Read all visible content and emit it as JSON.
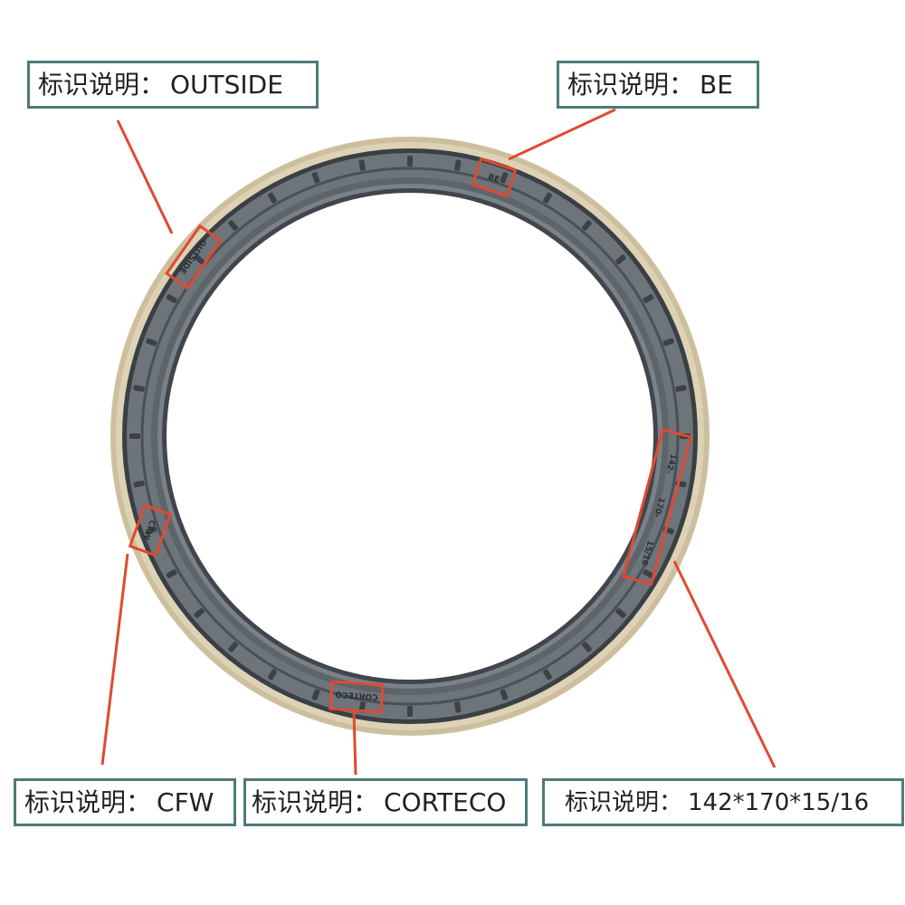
{
  "colors": {
    "frame": "#4e7a78",
    "leader": "#e04a2f",
    "rubber": "#6d747a",
    "metal_rim": "#cfc3a6"
  },
  "callouts": {
    "outside": {
      "prefix": "标识说明：",
      "value": "OUTSIDE"
    },
    "be": {
      "prefix": "标识说明：",
      "value": "BE"
    },
    "cfw": {
      "prefix": "标识说明：",
      "value": "CFW"
    },
    "corteco": {
      "prefix": "标识说明：",
      "value": "CORTECO"
    },
    "size": {
      "prefix": "标识说明：",
      "value": "142*170*15/16"
    }
  },
  "ring_marks": {
    "outside": "OUTSIDE",
    "be": "BE",
    "cfw": "CFW",
    "corteco": "CORTECO",
    "size_a": "142-",
    "size_b": "170-",
    "size_c": "15/16"
  }
}
